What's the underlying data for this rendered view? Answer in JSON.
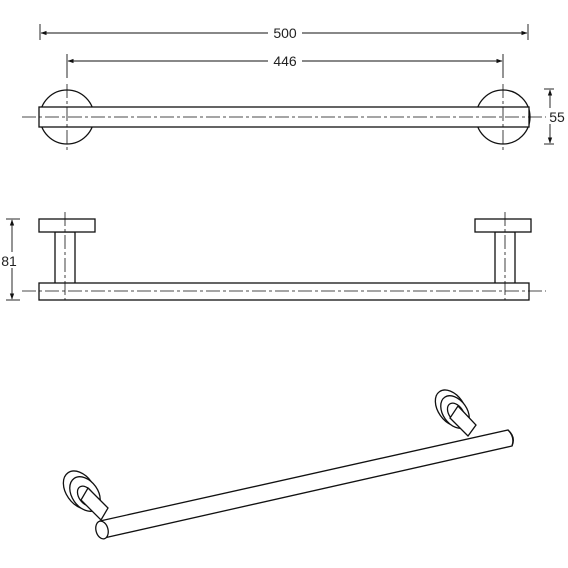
{
  "drawing": {
    "dimensions": {
      "overall_length": "500",
      "center_distance": "446",
      "rose_diameter": "55",
      "projection": "81"
    },
    "views": [
      "top-view",
      "front-view",
      "isometric-view"
    ],
    "line_color": "#111111",
    "background": "#ffffff"
  }
}
